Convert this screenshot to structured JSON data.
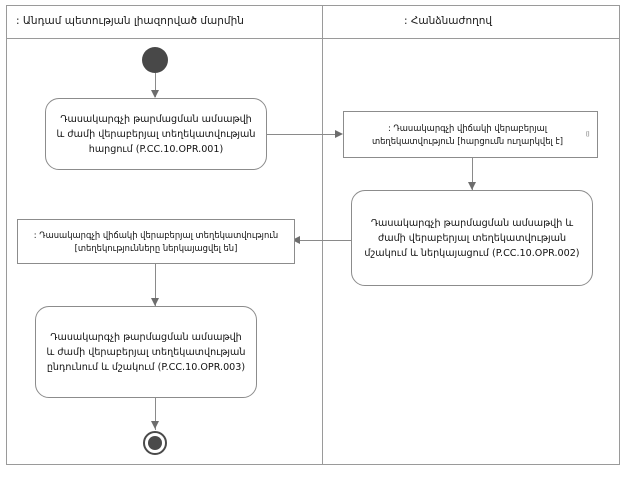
{
  "diagram": {
    "type": "uml-activity-diagram",
    "lanes": [
      {
        "id": "member-state",
        "title": ": Անդամ պետության լիազորված մարմին"
      },
      {
        "id": "commission",
        "title": ": Հանձնաժողով"
      }
    ],
    "nodes": {
      "initial": {
        "kind": "initial-node",
        "lane": "member-state"
      },
      "activity_1": {
        "kind": "activity",
        "lane": "member-state",
        "text": "Դասակարգչի թարմացման ամսաթվի և ժամի վերաբերյալ տեղեկատվության հարցում (P.CC.10.OPR.001)",
        "code": "P.CC.10.OPR.001"
      },
      "object_1": {
        "kind": "object-node",
        "lane": "commission",
        "text": ": Դասակարգչի վիճակի վերաբերյալ տեղեկատվություն [հարցումն ուղարկվել է]",
        "state": "[հարցումն ուղարկվել է]",
        "pin": "⌷"
      },
      "activity_2": {
        "kind": "activity",
        "lane": "commission",
        "text": "Դասակարգչի թարմացման ամսաթվի և ժամի վերաբերյալ տեղեկատվության մշակում և ներկայացում (P.CC.10.OPR.002)",
        "code": "P.CC.10.OPR.002"
      },
      "object_2": {
        "kind": "object-node",
        "lane": "member-state",
        "text": ": Դասակարգչի վիճակի վերաբերյալ տեղեկատվություն [տեղեկությունները ներկայացվել են]",
        "state": "[տեղեկությունները ներկայացվել են]"
      },
      "activity_3": {
        "kind": "activity",
        "lane": "member-state",
        "text": "Դասակարգչի թարմացման ամսաթվի և ժամի վերաբերյալ տեղեկատվության ընդունում և մշակում (P.CC.10.OPR.003)",
        "code": "P.CC.10.OPR.003"
      },
      "final": {
        "kind": "final-node",
        "lane": "member-state"
      }
    },
    "edges": [
      {
        "from": "initial",
        "to": "activity_1",
        "direction": "down"
      },
      {
        "from": "activity_1",
        "to": "object_1",
        "direction": "right"
      },
      {
        "from": "object_1",
        "to": "activity_2",
        "direction": "down"
      },
      {
        "from": "activity_2",
        "to": "object_2",
        "direction": "left"
      },
      {
        "from": "object_2",
        "to": "activity_3",
        "direction": "down"
      },
      {
        "from": "activity_3",
        "to": "final",
        "direction": "down"
      }
    ],
    "colors": {
      "border": "#8c8c8c",
      "frame": "#9a9a9a",
      "node_fill": "#ffffff",
      "flow": "#8a8a8a",
      "control_node": "#4a4a4a",
      "text": "#111111"
    }
  }
}
